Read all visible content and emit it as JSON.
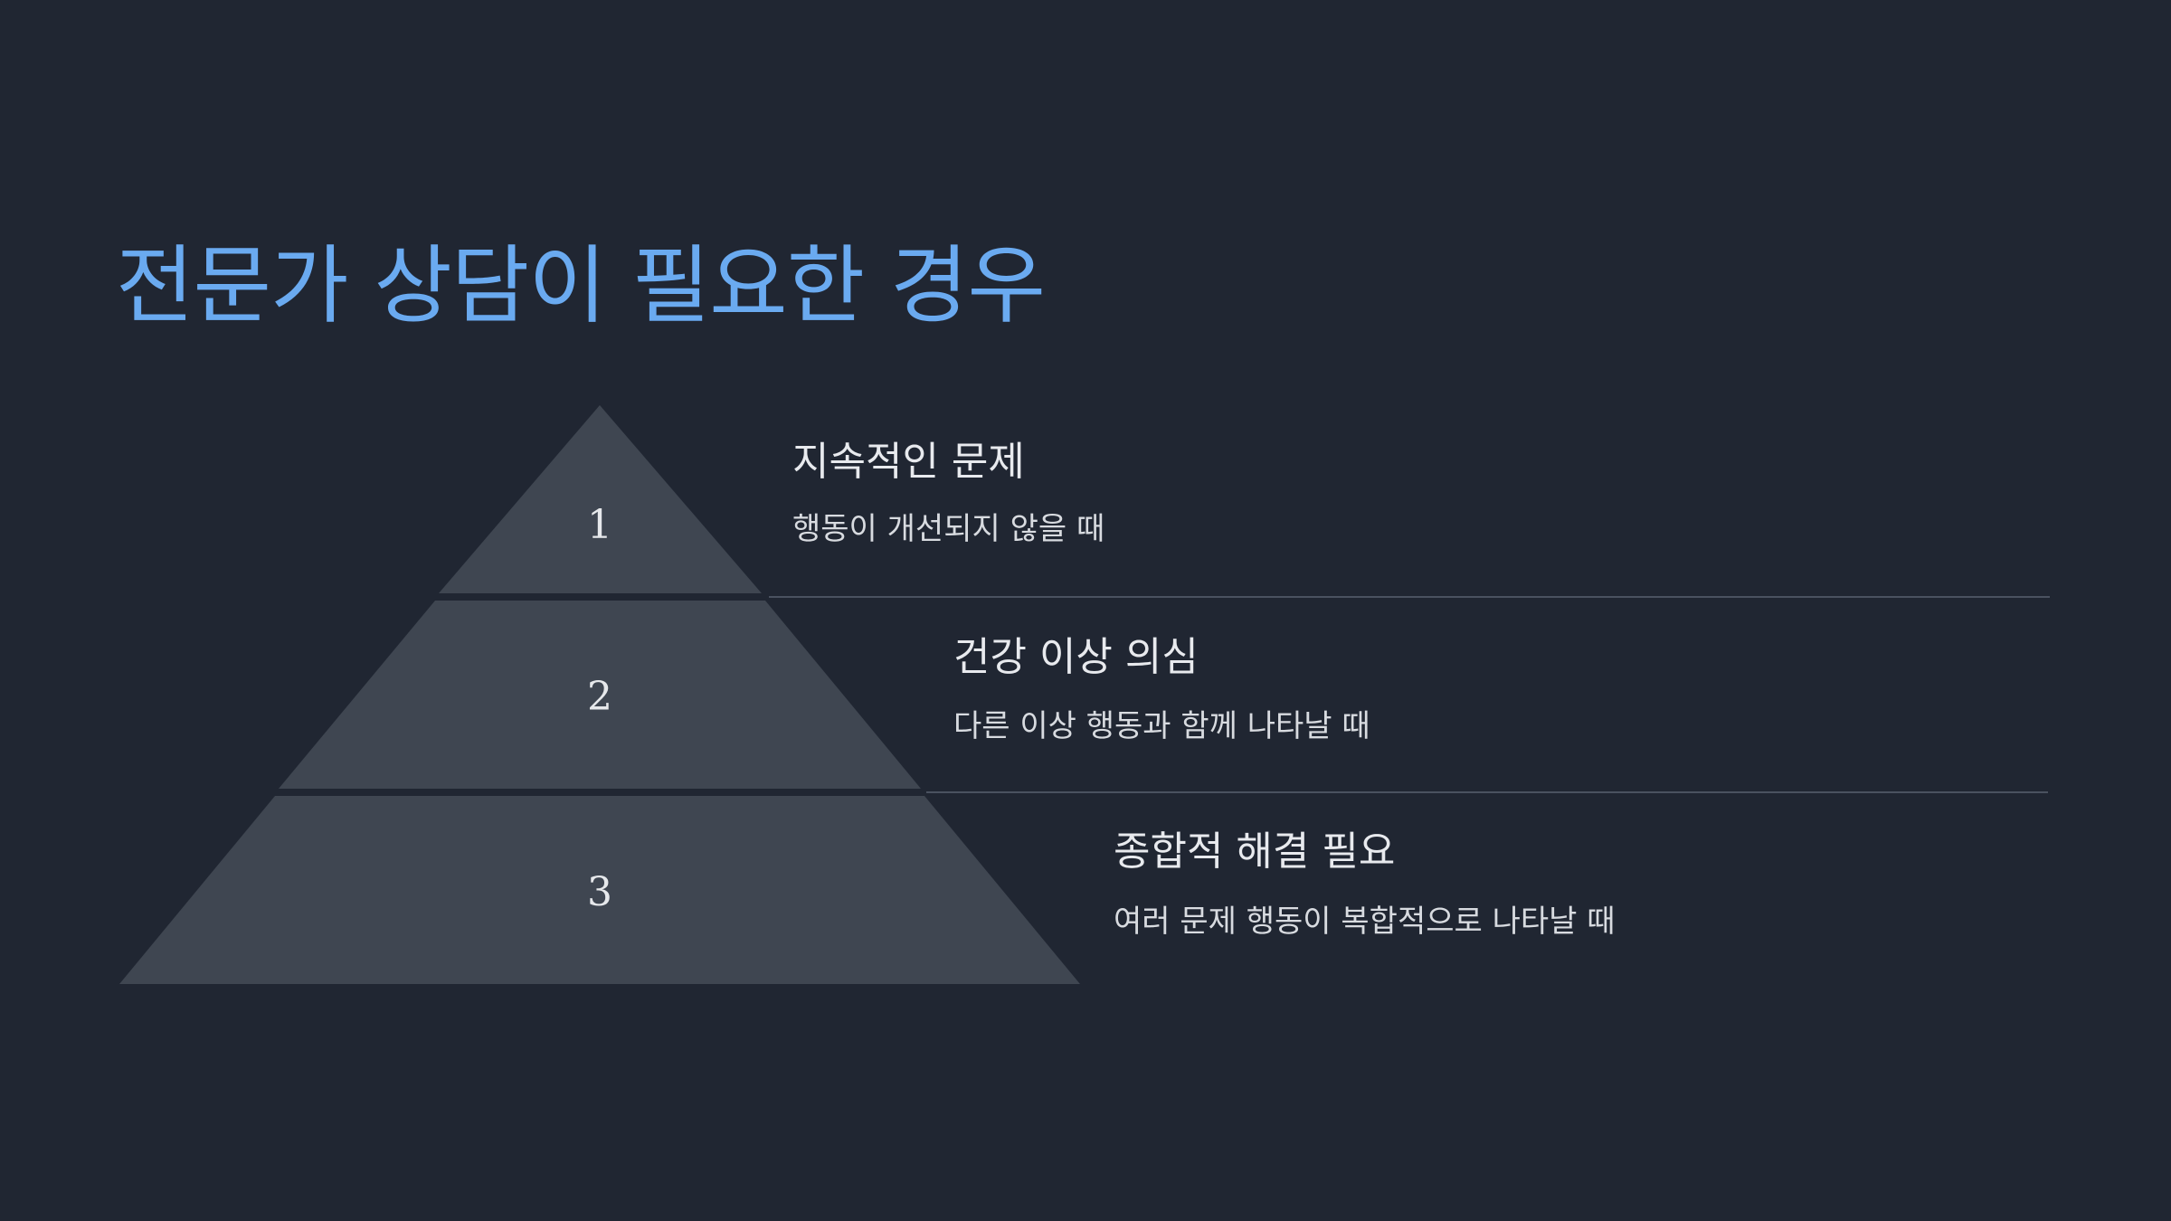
{
  "title": "전문가 상담이 필요한 경우",
  "colors": {
    "background": "#202632",
    "title": "#6aaaf0",
    "tier_fill": "#3f4651",
    "text": "#e8eaee",
    "divider": "#4a5260"
  },
  "levels": [
    {
      "number": "1",
      "heading": "지속적인 문제",
      "description": "행동이 개선되지 않을 때"
    },
    {
      "number": "2",
      "heading": "건강 이상 의심",
      "description": "다른 이상 행동과 함께 나타날 때"
    },
    {
      "number": "3",
      "heading": "종합적 해결 필요",
      "description": "여러 문제 행동이 복합적으로 나타날 때"
    }
  ]
}
